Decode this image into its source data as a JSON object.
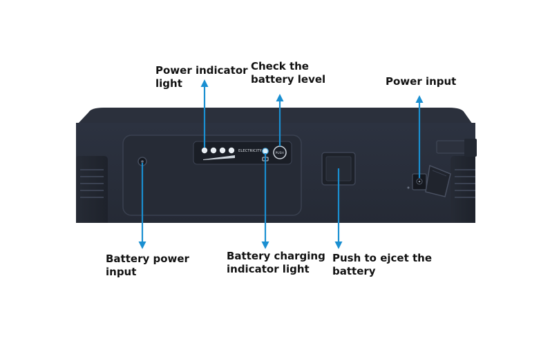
{
  "labels": {
    "power_indicator": {
      "line1": "Power indicator",
      "line2": "light"
    },
    "check_battery": {
      "line1": "Check the",
      "line2": "battery level"
    },
    "power_input": {
      "line1": "Power input"
    },
    "battery_power_input": {
      "line1": "Battery power",
      "line2": "input"
    },
    "charging_light": {
      "line1": "Battery charging",
      "line2": "indicator light"
    },
    "eject": {
      "line1": "Push to ejcet the",
      "line2": "battery"
    }
  },
  "panel": {
    "text": "ELECTRICITY",
    "button_text": "PUSH"
  },
  "colors": {
    "arrow": "#1a8fd1",
    "body": "#2a2f3b",
    "body_dark": "#1c2029"
  },
  "icons": {
    "charge": "charge-icon"
  }
}
